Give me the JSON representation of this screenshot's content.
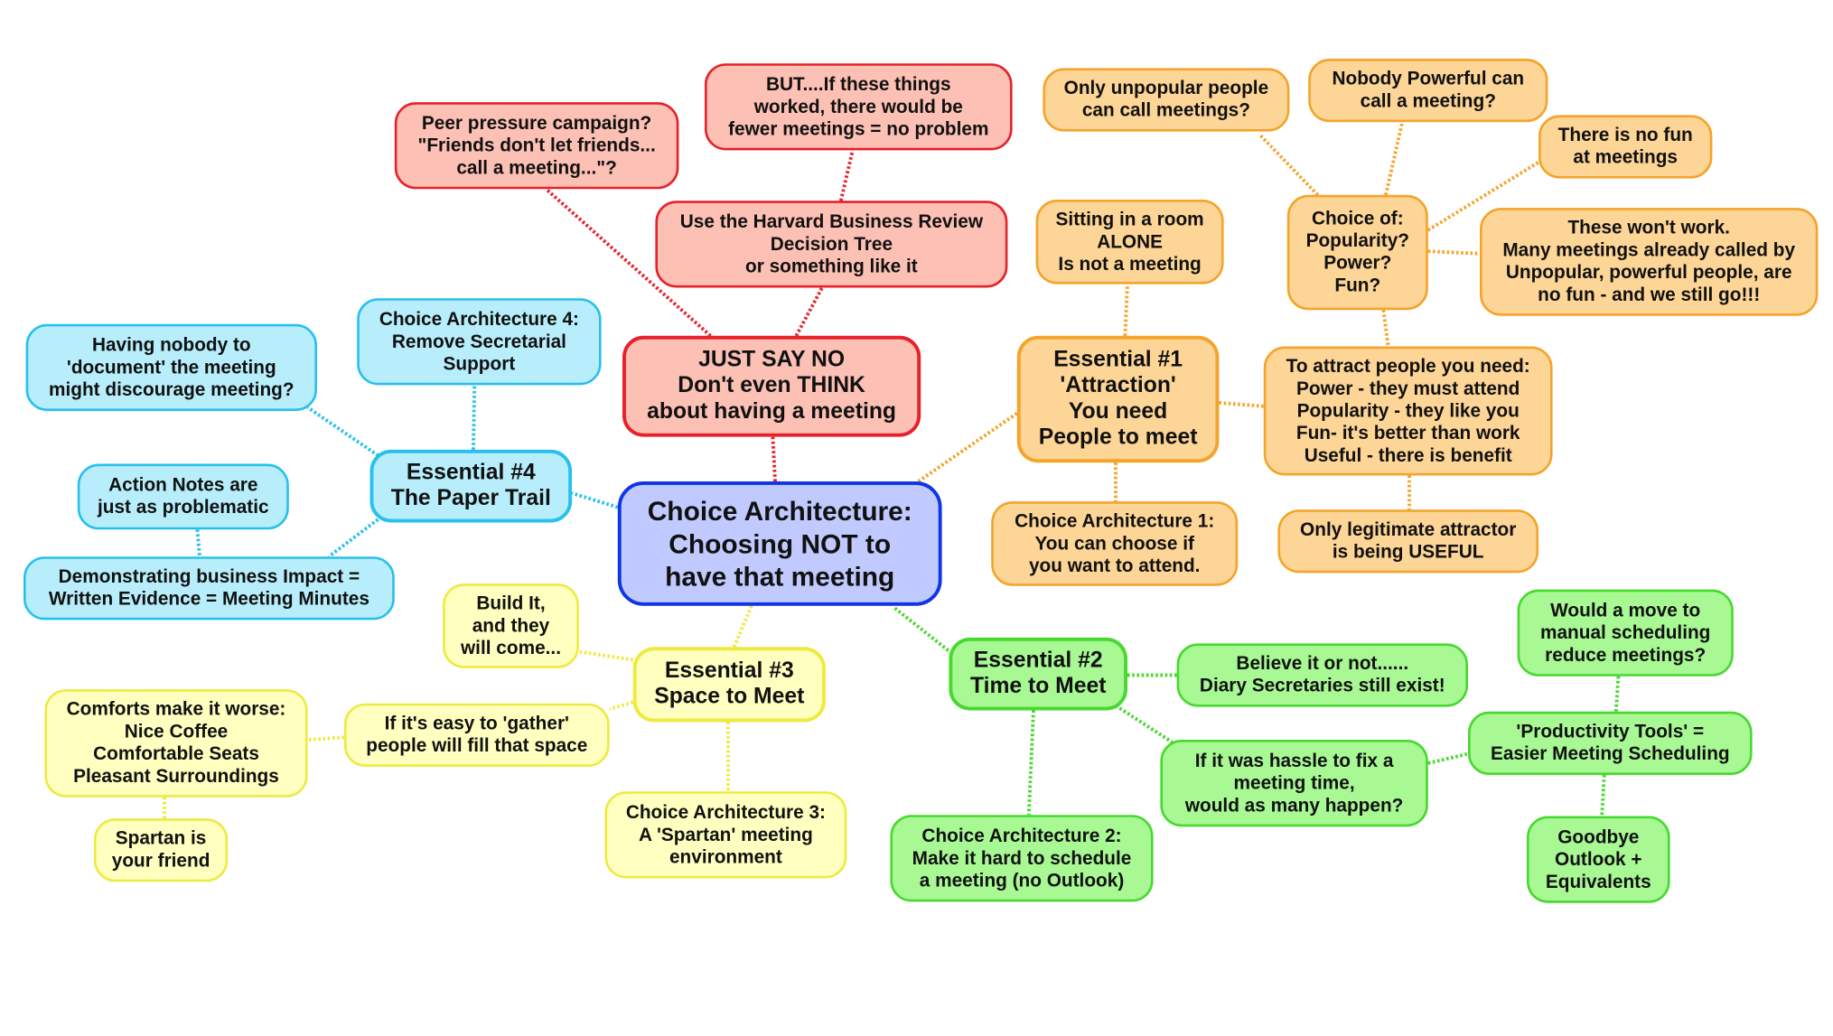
{
  "central": "Choice Architecture:\nChoosing NOT to\nhave that meeting",
  "red": {
    "main": "JUST SAY NO\nDon't even THINK\nabout having a meeting",
    "peer": "Peer pressure campaign?\n\"Friends don't let friends...\ncall a meeting...\"?",
    "but": "BUT....If these things\nworked, there would be\nfewer meetings = no problem",
    "harvard": "Use the Harvard Business Review\nDecision Tree\nor something like it"
  },
  "blue": {
    "main": "Essential #4\nThe Paper Trail",
    "ca4": "Choice Architecture 4:\nRemove Secretarial\nSupport",
    "nobody": "Having nobody to\n'document' the meeting\nmight discourage meeting?",
    "action": "Action Notes are\njust as problematic",
    "demo": "Demonstrating business Impact =\nWritten Evidence = Meeting Minutes"
  },
  "yellow": {
    "main": "Essential #3\nSpace to Meet",
    "build": "Build It,\nand they\nwill come...",
    "easy": "If it's easy to 'gather'\npeople will fill that space",
    "comforts": "Comforts make it worse:\nNice Coffee\nComfortable Seats\nPleasant Surroundings",
    "spartan": "Spartan is\nyour friend",
    "ca3": "Choice Architecture 3:\nA 'Spartan' meeting\nenvironment"
  },
  "green": {
    "main": "Essential #2\nTime to Meet",
    "believe": "Believe it or not......\nDiary Secretaries still exist!",
    "hassle": "If it was hassle to fix a\nmeeting time,\nwould as many happen?",
    "ca2": "Choice Architecture 2:\nMake it hard to schedule\na meeting (no Outlook)",
    "manual": "Would a move to\nmanual scheduling\nreduce meetings?",
    "tools": "'Productivity Tools' =\nEasier Meeting Scheduling",
    "goodbye": "Goodbye\nOutlook +\nEquivalents"
  },
  "orange": {
    "main": "Essential #1\n'Attraction'\nYou need\nPeople to meet",
    "sitting": "Sitting in a room\nALONE\nIs not a meeting",
    "ca1": "Choice Architecture 1:\nYou can choose if\nyou want to attend.",
    "attract": "To attract people you need:\nPower - they must attend\nPopularity - they like you\nFun- it's better than work\nUseful - there is benefit",
    "legit": "Only legitimate attractor\nis being USEFUL",
    "choice": "Choice of:\nPopularity?\nPower?\nFun?",
    "unpopular": "Only unpopular people\ncan call meetings?",
    "powerful": "Nobody Powerful can\ncall a meeting?",
    "nofun": "There is no fun\nat meetings",
    "wontwork": "These won't work.\nMany meetings already called by\nUnpopular, powerful people, are\nno fun - and we still go!!!"
  },
  "colors": {
    "red": "#e8202a",
    "blue": "#28c0ec",
    "yellow": "#eeea40",
    "green": "#48d830",
    "orange": "#f4a42a",
    "central": "#1034e8"
  }
}
